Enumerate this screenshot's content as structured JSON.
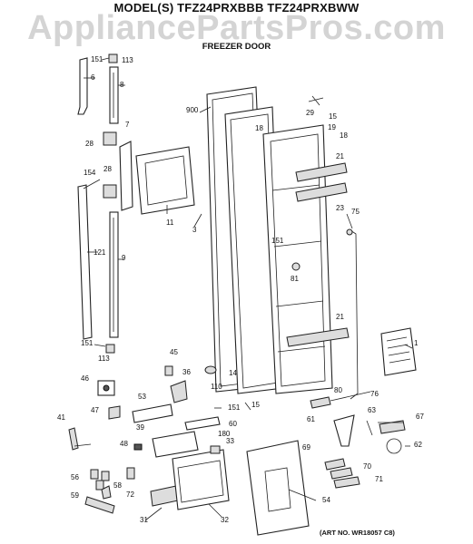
{
  "header": {
    "model": "MODEL(S) TFZ24PRXBBB  TFZ24PRXBWW",
    "watermark": "AppliancePartsPros.com",
    "section": "FREEZER DOOR"
  },
  "footer": {
    "art_no": "(ART NO. WR18057 C8)"
  },
  "callouts": [
    "151",
    "113",
    "6",
    "8",
    "900",
    "7",
    "29",
    "15",
    "18",
    "19",
    "18",
    "28",
    "21",
    "154",
    "28",
    "23",
    "11",
    "75",
    "3",
    "121",
    "9",
    "151",
    "81",
    "21",
    "151",
    "113",
    "1",
    "45",
    "36",
    "14",
    "110",
    "46",
    "80",
    "76",
    "15",
    "53",
    "151",
    "60",
    "61",
    "63",
    "67",
    "47",
    "41",
    "39",
    "180",
    "33",
    "48",
    "62",
    "69",
    "70",
    "56",
    "58",
    "71",
    "72",
    "54",
    "59",
    "31",
    "32"
  ]
}
